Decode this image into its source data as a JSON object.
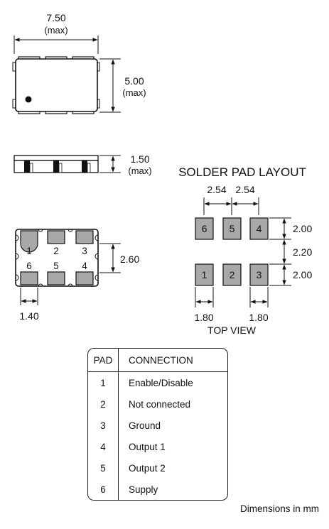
{
  "dimensions": {
    "length": "7.50",
    "length_note": "(max)",
    "width": "5.00",
    "width_note": "(max)",
    "height": "1.50",
    "height_note": "(max)",
    "pin_row_spacing": "2.60",
    "pad_width": "1.40"
  },
  "package_pins": [
    "1",
    "2",
    "3",
    "6",
    "5",
    "4"
  ],
  "solder_layout": {
    "title": "SOLDER PAD LAYOUT",
    "pitch_left": "2.54",
    "pitch_right": "2.54",
    "pad_height_top": "2.00",
    "row_gap": "2.20",
    "pad_height_bottom": "2.00",
    "pad_width_left": "1.80",
    "pad_width_right": "1.80",
    "pads_top": [
      "6",
      "5",
      "4"
    ],
    "pads_bottom": [
      "1",
      "2",
      "3"
    ],
    "view_label": "TOP VIEW"
  },
  "pin_table": {
    "col_pad": "PAD",
    "col_connection": "CONNECTION",
    "rows": [
      {
        "pad": "1",
        "connection": "Enable/Disable"
      },
      {
        "pad": "2",
        "connection": "Not connected"
      },
      {
        "pad": "3",
        "connection": "Ground"
      },
      {
        "pad": "4",
        "connection": "Output 1"
      },
      {
        "pad": "5",
        "connection": "Output 2"
      },
      {
        "pad": "6",
        "connection": "Supply"
      }
    ]
  },
  "footnote": "Dimensions in mm",
  "colors": {
    "line": "#111111",
    "pad_fill": "#a8a8a8",
    "package_fill": "#ffffff"
  }
}
